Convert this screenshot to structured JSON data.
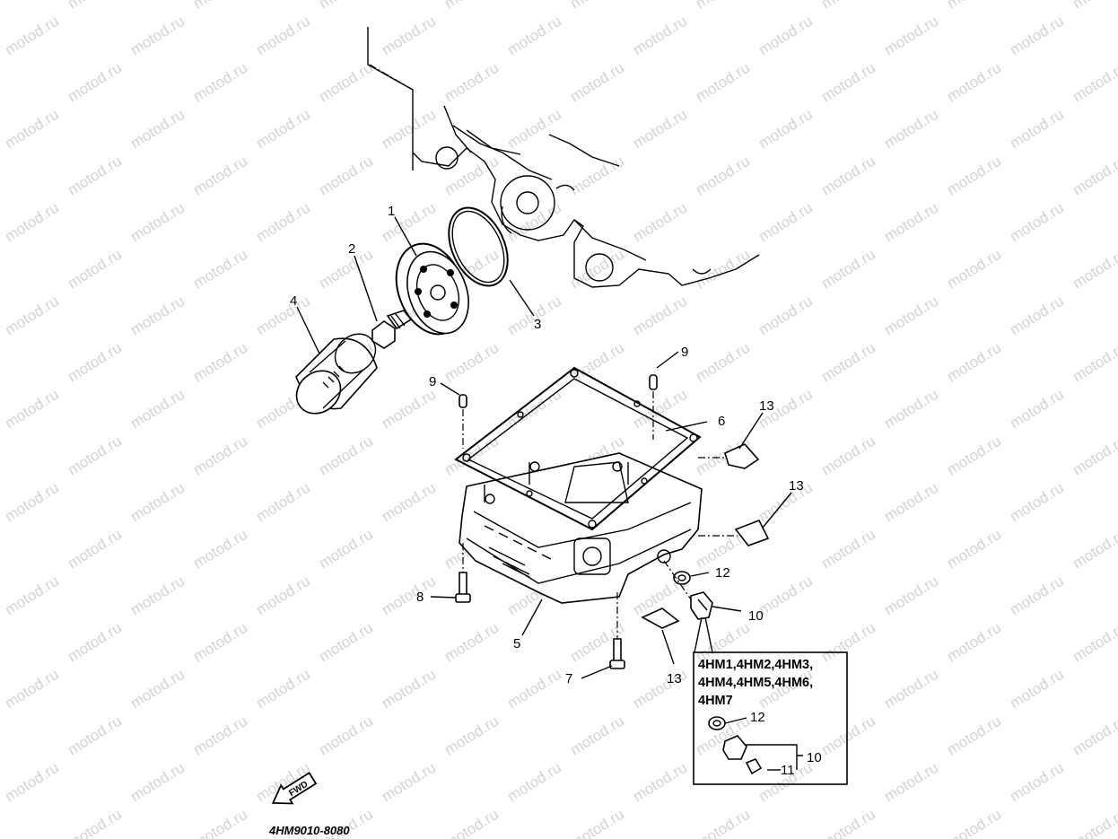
{
  "watermark": "motod.ru",
  "diagram_code": "4HM9010-8080",
  "direction_label": "FWD",
  "callouts": {
    "c1": "1",
    "c2": "2",
    "c3": "3",
    "c4": "4",
    "c5": "5",
    "c6": "6",
    "c7": "7",
    "c8": "8",
    "c9a": "9",
    "c9b": "9",
    "c10a": "10",
    "c10b": "10",
    "c11": "11",
    "c12a": "12",
    "c12b": "12",
    "c13a": "13",
    "c13b": "13",
    "c13c": "13"
  },
  "variant_box": {
    "line1": "4HM1,4HM2,4HM3,",
    "line2": "4HM4,4HM5,4HM6,",
    "line3": "4HM7"
  },
  "colors": {
    "ink": "#000000",
    "watermark": "#d4d4d4",
    "background": "#ffffff"
  }
}
